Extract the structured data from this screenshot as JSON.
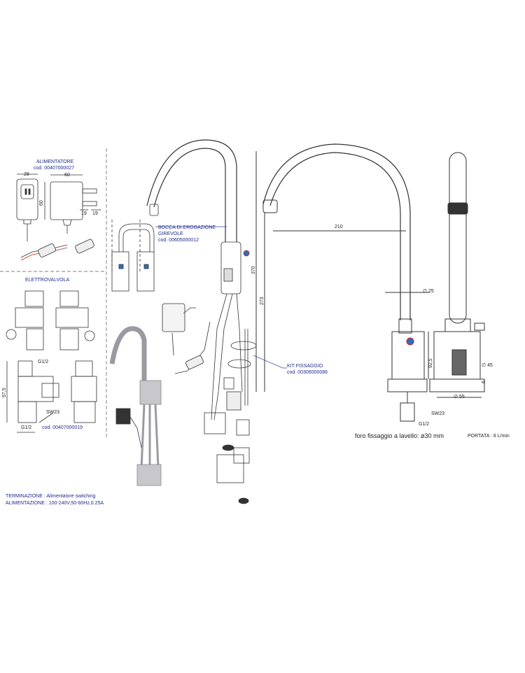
{
  "power_supply": {
    "title": "ALIMENTATORE",
    "code": "cod. 00407000027",
    "dim_width_front": "28",
    "dim_height": "60",
    "dim_width_side": "60",
    "dim_a": "19",
    "dim_b": "19"
  },
  "solenoid_valve": {
    "title": "ELETTROVALVOLA",
    "dim_thread_top": "G1/2",
    "dim_height": "97,5",
    "dim_wrench": "SW23",
    "dim_thread_bottom": "G1/2",
    "code": "cod. 00407000019"
  },
  "spout": {
    "title_line1": "BOCCA DI EROGAZIONE",
    "title_line2": "GIREVOLE",
    "code": "cod. 00605000012"
  },
  "fixing_kit": {
    "title": "KIT FISSAGGIO",
    "code": "cod. 00306000086"
  },
  "dimensions": {
    "reach": "210",
    "spout_height": "370",
    "total_height": "273",
    "tube_diameter": "∅ 25",
    "body_height": "92,5",
    "sensor_diameter": "∅ 45",
    "base_height": "6",
    "base_diameter": "∅ 55",
    "wrench": "SW23",
    "thread": "G1/2"
  },
  "notes": {
    "hole": "foro fissaggio a lavello: ø30 mm",
    "flow": "PORTATA : 8 L/min",
    "termination": "TERMINAZIONE : Alimentatore switching",
    "supply": "ALIMENTAZIONE : 100-240V,50-60Hz,0.25A"
  },
  "colors": {
    "line": "#333333",
    "label_blue": "#1f2a8a",
    "leader_blue": "#3344aa",
    "terminal_blue": "#2a6fc0",
    "wire_red": "#cc2222",
    "gray_metal": "#9a9aa0"
  }
}
